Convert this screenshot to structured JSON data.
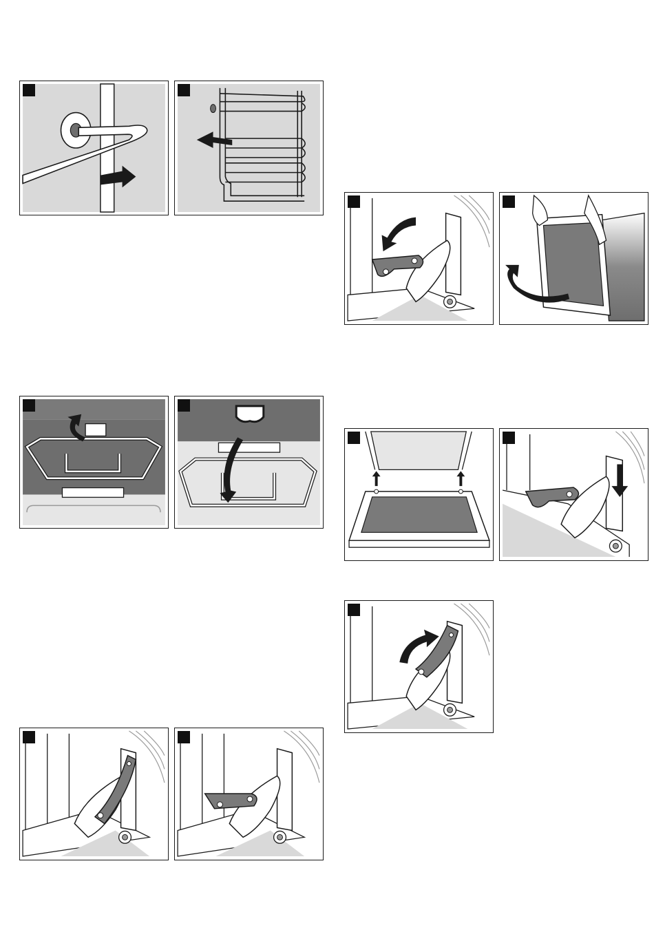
{
  "page": {
    "description_free": true
  },
  "colors": {
    "line": "#1a1a1a",
    "panel_bg_grey": "#d9d9d9",
    "dark_grey": "#6e6e6e",
    "mid_grey": "#7a7a7a",
    "light_grey": "#e6e6e6",
    "white": "#ffffff"
  },
  "icons": {
    "step_marker": "black-square-icon",
    "arrow": "arrow-icon",
    "curved_arrow": "curved-arrow-icon"
  },
  "panels": [
    {
      "id": "p1",
      "icon": "rail-hook-detach-icon"
    },
    {
      "id": "p2",
      "icon": "rail-remove-icon"
    },
    {
      "id": "p3",
      "icon": "grill-element-lift-icon"
    },
    {
      "id": "p4",
      "icon": "grill-element-lower-icon"
    },
    {
      "id": "p5",
      "icon": "hinge-lever-closed-icon"
    },
    {
      "id": "p6",
      "icon": "hinge-lever-open-icon"
    },
    {
      "id": "p7",
      "icon": "hinge-lever-fold-icon"
    },
    {
      "id": "p8",
      "icon": "door-lift-off-icon"
    },
    {
      "id": "p9",
      "icon": "door-refit-icon"
    },
    {
      "id": "p10",
      "icon": "hinge-insert-icon"
    },
    {
      "id": "p11",
      "icon": "hinge-lever-close-icon"
    }
  ]
}
